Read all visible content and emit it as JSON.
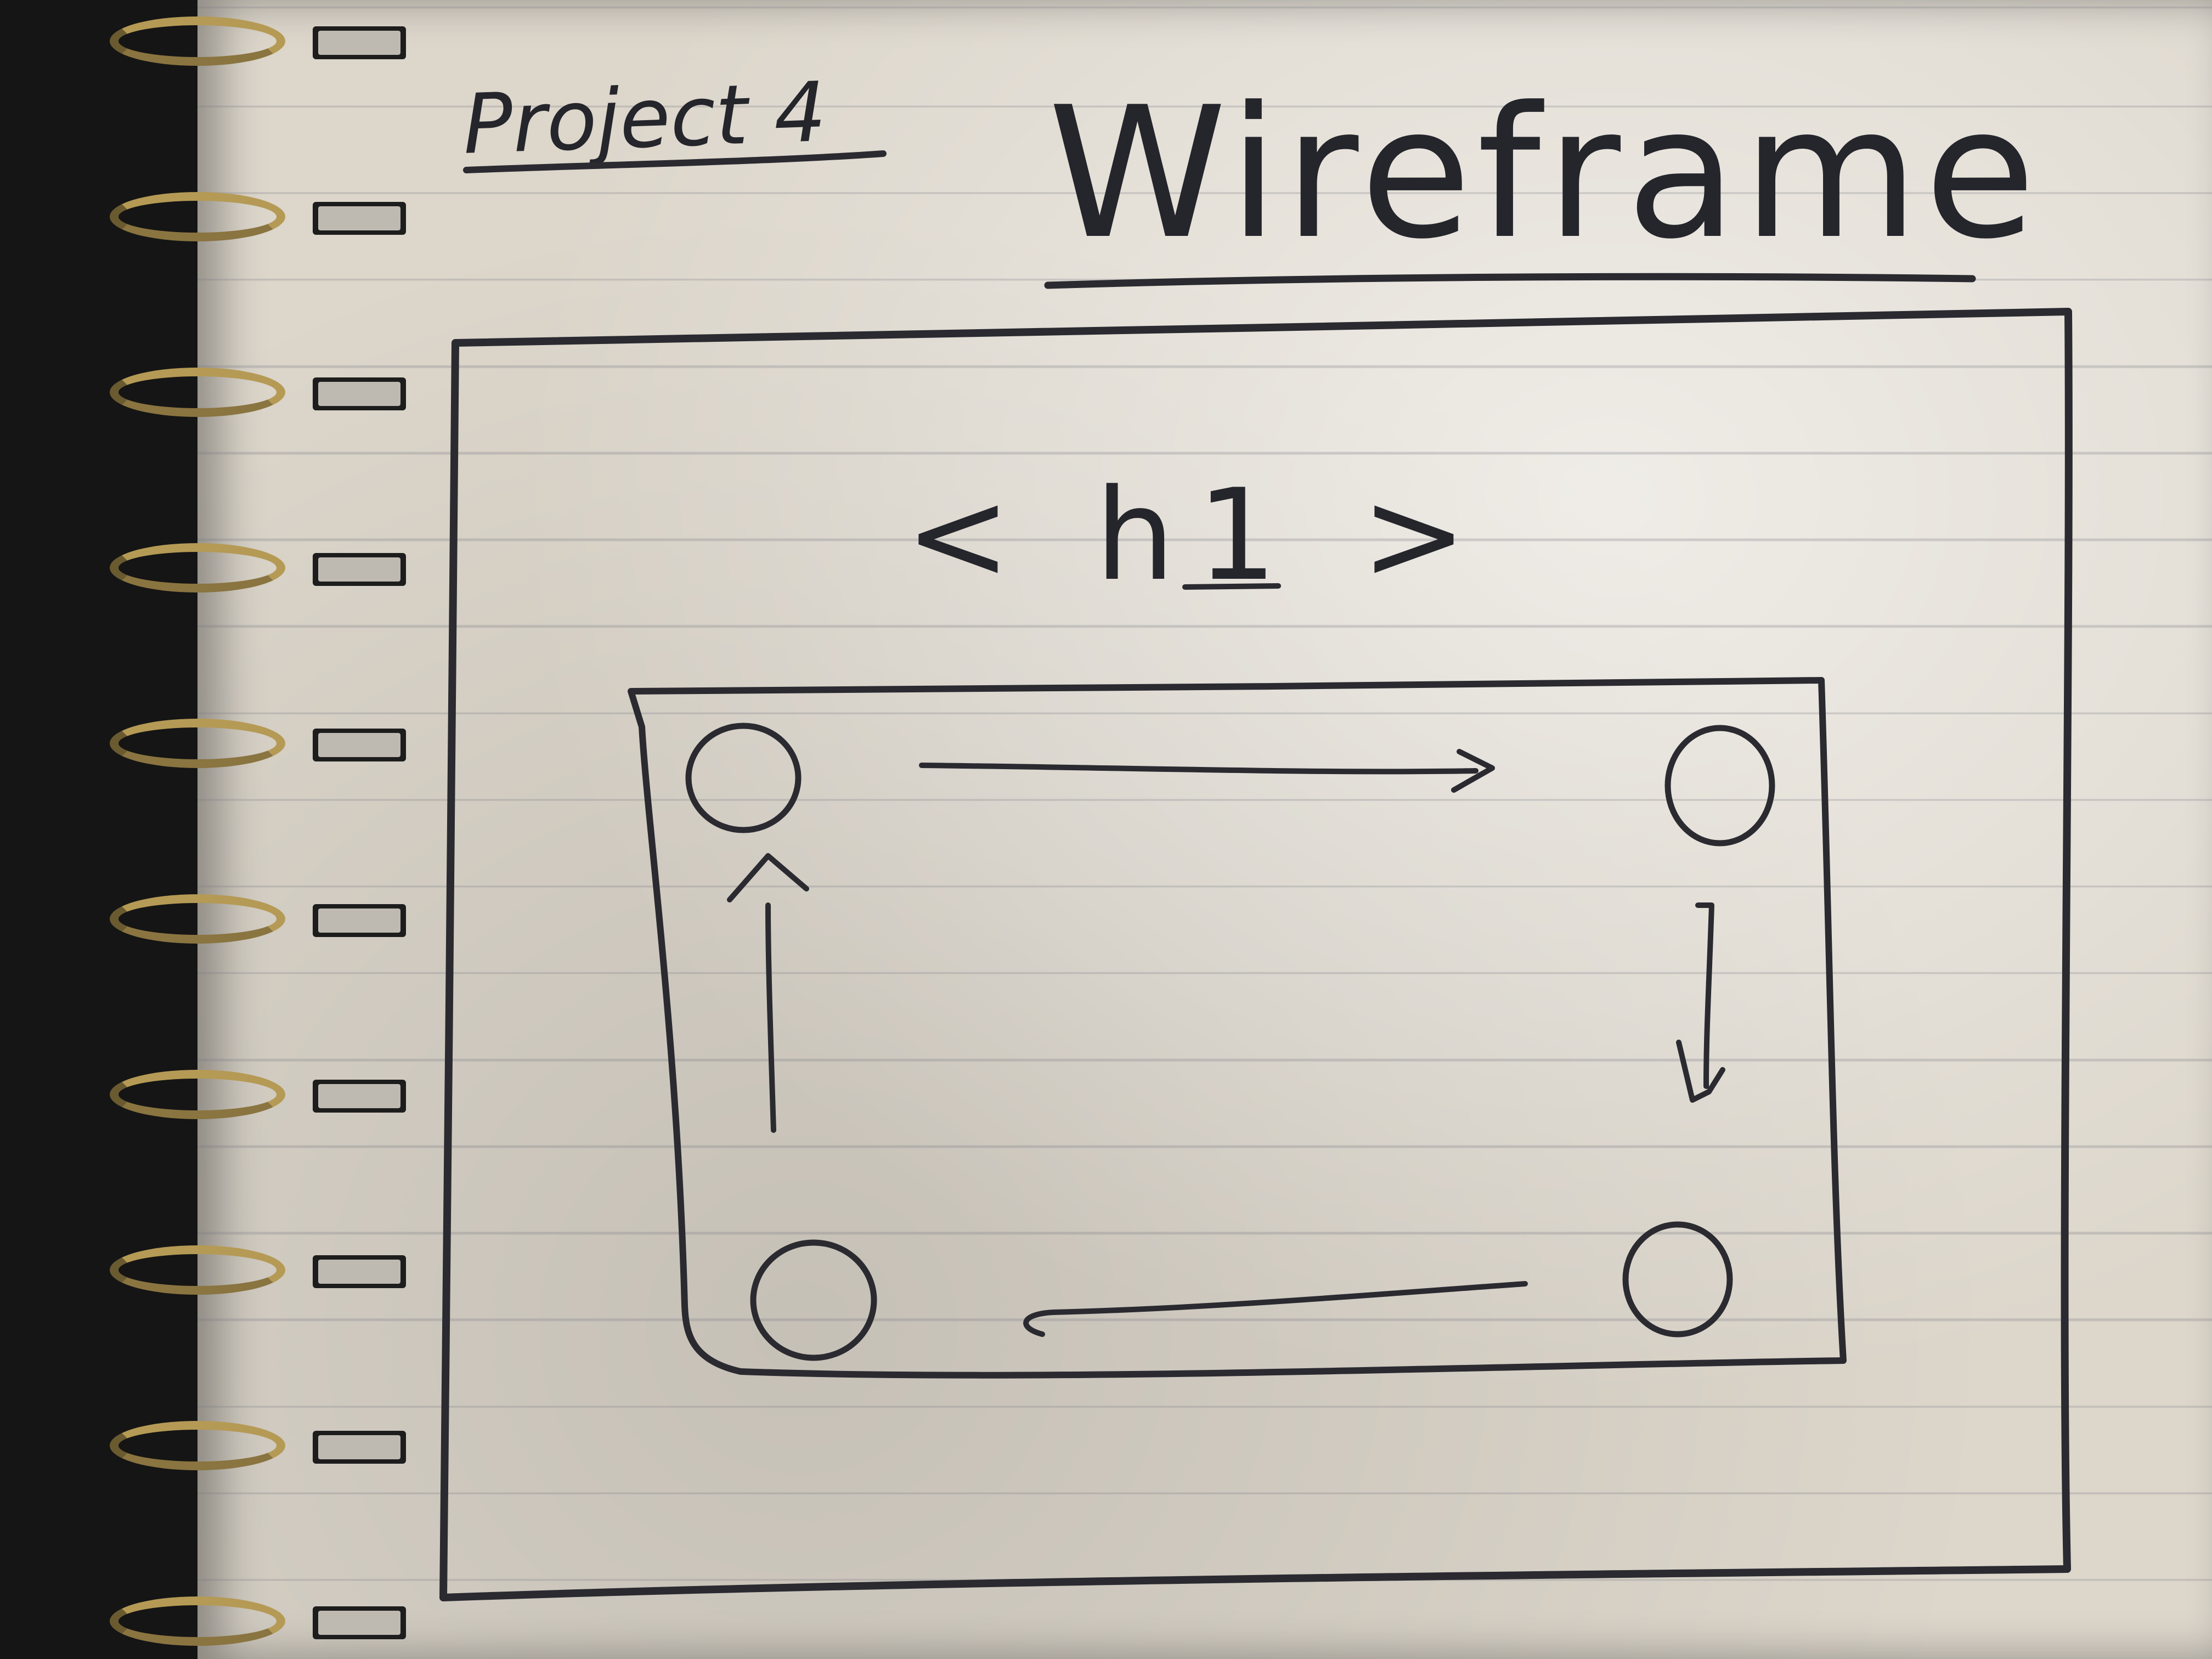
{
  "header": {
    "project_label": "Project 4",
    "title": "Wireframe"
  },
  "outer_frame": {
    "heading_placeholder": "< h1 >"
  },
  "carousel": {
    "dots": [
      "top-left",
      "top-right",
      "bottom-right",
      "bottom-left"
    ],
    "arrows": [
      "right",
      "down",
      "left",
      "up"
    ],
    "flow": "clockwise"
  },
  "colors": {
    "paper": "#dcd6cb",
    "ink": "#2a2a30",
    "spiral": "#b59a55",
    "background": "#151515"
  }
}
